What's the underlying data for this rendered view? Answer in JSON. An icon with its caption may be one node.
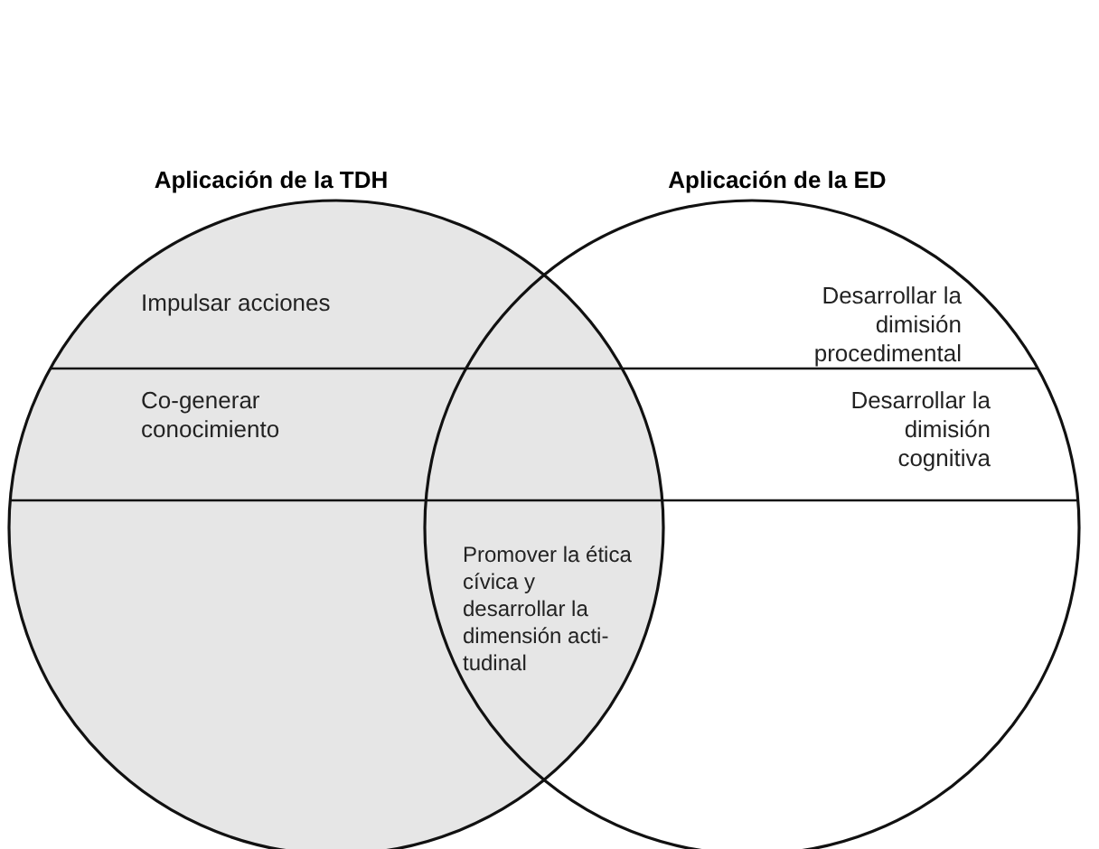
{
  "diagram": {
    "nodes": [
      {
        "text": [
          "Aplicación de la TDH"
        ]
      },
      {
        "text": [
          "Aplicación de la ED"
        ]
      }
    ],
    "edges": [],
    "labels": [
      "Impulsar acciones",
      "Desarrollar la dimisión procedimental",
      "Co-generar conocimiento",
      "Desarrollar la dimisión cognitiva",
      "Promover la ética cívica y desarrollar la dimensión acti-tudinal"
    ]
  }
}
